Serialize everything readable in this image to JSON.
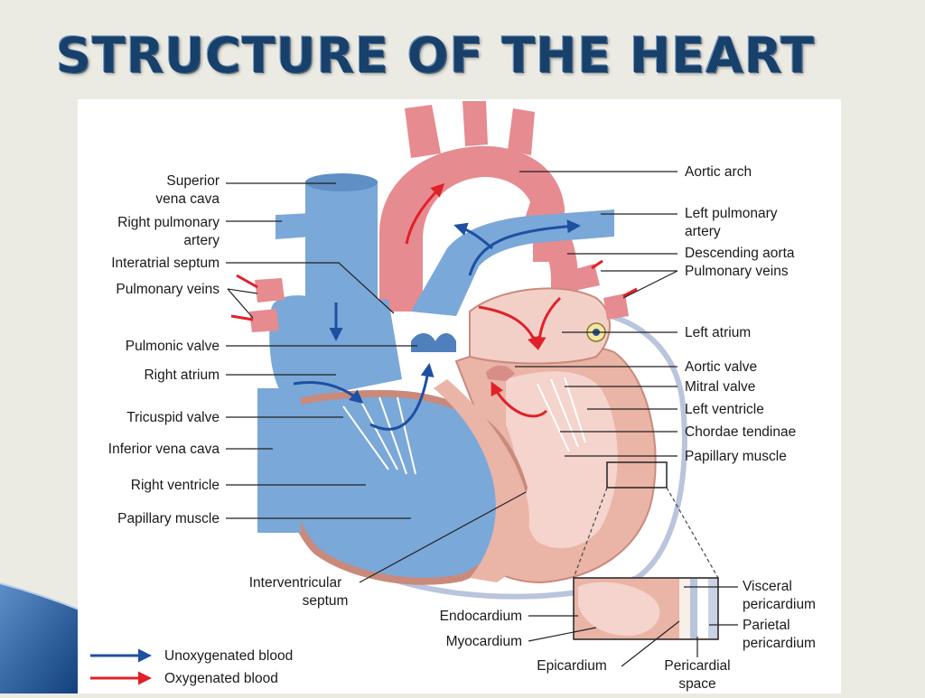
{
  "slide": {
    "title": "STRUCTURE OF THE HEART"
  },
  "colors": {
    "title": "#17406b",
    "unoxygenated": "#1f4fa3",
    "oxygenated": "#e0202a",
    "vessel_blue": "#7aa8d8",
    "vessel_red": "#e68b90",
    "muscle_pink": "#eab4a6"
  },
  "labels_left": {
    "superior_vena_cava": [
      "Superior",
      "vena cava"
    ],
    "right_pulmonary_artery": [
      "Right pulmonary",
      "artery"
    ],
    "interatrial_septum": "Interatrial septum",
    "pulmonary_veins": "Pulmonary veins",
    "pulmonic_valve": "Pulmonic valve",
    "right_atrium": "Right atrium",
    "tricuspid_valve": "Tricuspid valve",
    "inferior_vena_cava": "Inferior vena cava",
    "right_ventricle": "Right ventricle",
    "papillary_muscle": "Papillary muscle"
  },
  "labels_right": {
    "aortic_arch": "Aortic arch",
    "left_pulmonary_artery": [
      "Left pulmonary",
      "artery"
    ],
    "descending_aorta": "Descending aorta",
    "pulmonary_veins": "Pulmonary veins",
    "left_atrium": "Left atrium",
    "aortic_valve": "Aortic valve",
    "mitral_valve": "Mitral valve",
    "left_ventricle": "Left ventricle",
    "chordae_tendinae": "Chordae tendinae",
    "papillary_muscle": "Papillary muscle"
  },
  "labels_bottom": {
    "interventricular_septum": [
      "Interventricular",
      "septum"
    ],
    "endocardium": "Endocardium",
    "myocardium": "Myocardium",
    "epicardium": "Epicardium",
    "pericardial_space": [
      "Pericardial",
      "space"
    ],
    "visceral_pericardium": [
      "Visceral",
      "pericardium"
    ],
    "parietal_pericardium": [
      "Parietal",
      "pericardium"
    ]
  },
  "legend": {
    "unoxygenated": "Unoxygenated blood",
    "oxygenated": "Oxygenated blood"
  }
}
